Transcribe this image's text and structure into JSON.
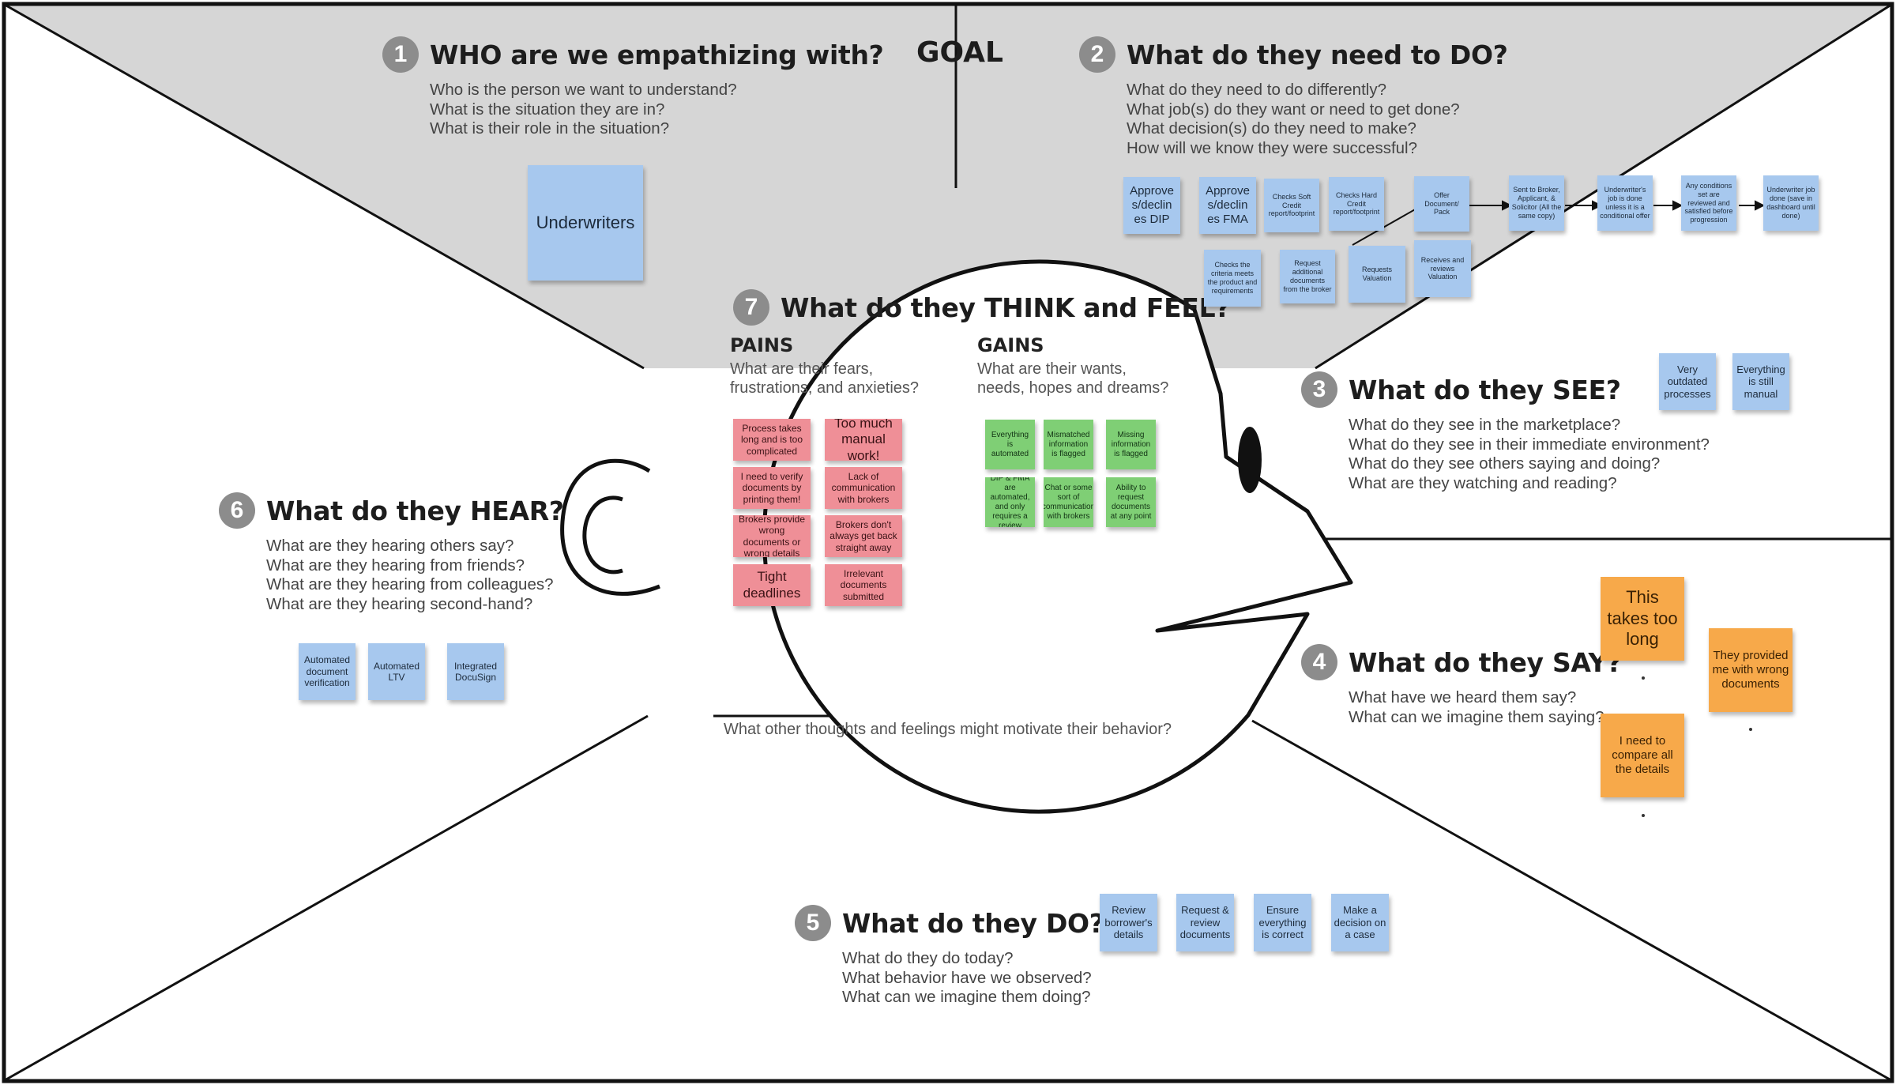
{
  "goal": {
    "label": "GOAL"
  },
  "sections": {
    "who": {
      "number": "1",
      "title": "WHO are we empathizing with?",
      "questions": [
        "Who is the person we want to understand?",
        "What is the situation they are in?",
        "What is their role in the situation?"
      ]
    },
    "do_need": {
      "number": "2",
      "title": "What do they need to DO?",
      "questions": [
        "What do they need to do differently?",
        "What job(s) do they want or need to get done?",
        "What decision(s) do they need to make?",
        "How will we know they were successful?"
      ]
    },
    "see": {
      "number": "3",
      "title": "What do they SEE?",
      "questions": [
        "What do they see in the marketplace?",
        "What do they see in their immediate environment?",
        "What do they see others saying and doing?",
        "What are they watching and reading?"
      ]
    },
    "say": {
      "number": "4",
      "title": "What do they SAY?",
      "questions": [
        "What have we heard them say?",
        "What can we imagine them saying?"
      ]
    },
    "do": {
      "number": "5",
      "title": "What do they DO?",
      "questions": [
        "What do they do today?",
        "What behavior have we observed?",
        "What can we imagine them doing?"
      ]
    },
    "hear": {
      "number": "6",
      "title": "What do they HEAR?",
      "questions": [
        "What are they hearing others say?",
        "What are they hearing from friends?",
        "What are they hearing from colleagues?",
        "What are they hearing second-hand?"
      ]
    },
    "think": {
      "number": "7",
      "title": "What do they THINK and FEEL?"
    }
  },
  "pains": {
    "heading": "PAINS",
    "question": [
      "What are their fears,",
      "frustrations, and anxieties?"
    ]
  },
  "gains": {
    "heading": "GAINS",
    "question": [
      "What are their wants,",
      "needs, hopes and dreams?"
    ]
  },
  "other_thoughts": "What other thoughts and feelings might motivate their behavior?",
  "notes": {
    "who": [
      {
        "text": "Underwriters"
      }
    ],
    "do_need": [
      {
        "text": "Approve s/declin es DIP"
      },
      {
        "text": "Approve s/declin es FMA"
      },
      {
        "text": "Checks Soft Credit report/footprint"
      },
      {
        "text": "Checks Hard Credit report/footprint"
      },
      {
        "text": "Offer Document/ Pack"
      },
      {
        "text": "Sent to Broker, Applicant, & Solicitor (All the same copy)"
      },
      {
        "text": "Underwriter's job is done unless it is a conditional offer"
      },
      {
        "text": "Any conditions set are reviewed and satisfied before progression"
      },
      {
        "text": "Underwriter job done (save in dashboard until done)"
      },
      {
        "text": "Checks the criteria meets the product and requirements"
      },
      {
        "text": "Request additional documents from the broker"
      },
      {
        "text": "Requests Valuation"
      },
      {
        "text": "Receives and reviews Valuation"
      }
    ],
    "see": [
      {
        "text": "Very outdated processes"
      },
      {
        "text": "Everything is still manual"
      }
    ],
    "say": [
      {
        "text": "This takes too long"
      },
      {
        "text": "They provided me with wrong documents"
      },
      {
        "text": "I need to compare all the details"
      }
    ],
    "do": [
      {
        "text": "Review borrower's details"
      },
      {
        "text": "Request & review documents"
      },
      {
        "text": "Ensure everything is correct"
      },
      {
        "text": "Make a decision on a case"
      }
    ],
    "hear": [
      {
        "text": "Automated document verification"
      },
      {
        "text": "Automated LTV"
      },
      {
        "text": "Integrated DocuSign"
      }
    ],
    "pains": [
      {
        "text": "Process takes long and is too complicated"
      },
      {
        "text": "Too much manual work!"
      },
      {
        "text": "I need to verify documents by printing them!"
      },
      {
        "text": "Lack of communication with brokers"
      },
      {
        "text": "Brokers provide wrong documents or wrong details"
      },
      {
        "text": "Brokers don't always get back straight away"
      },
      {
        "text": "Tight deadlines"
      },
      {
        "text": "Irrelevant documents submitted"
      }
    ],
    "gains": [
      {
        "text": "Everything is automated"
      },
      {
        "text": "Mismatched information is flagged"
      },
      {
        "text": "Missing information is flagged"
      },
      {
        "text": "DIP & FMA are automated, and only requires a review"
      },
      {
        "text": "Chat or some sort of communication with brokers"
      },
      {
        "text": "Ability to request documents at any point"
      }
    ]
  }
}
